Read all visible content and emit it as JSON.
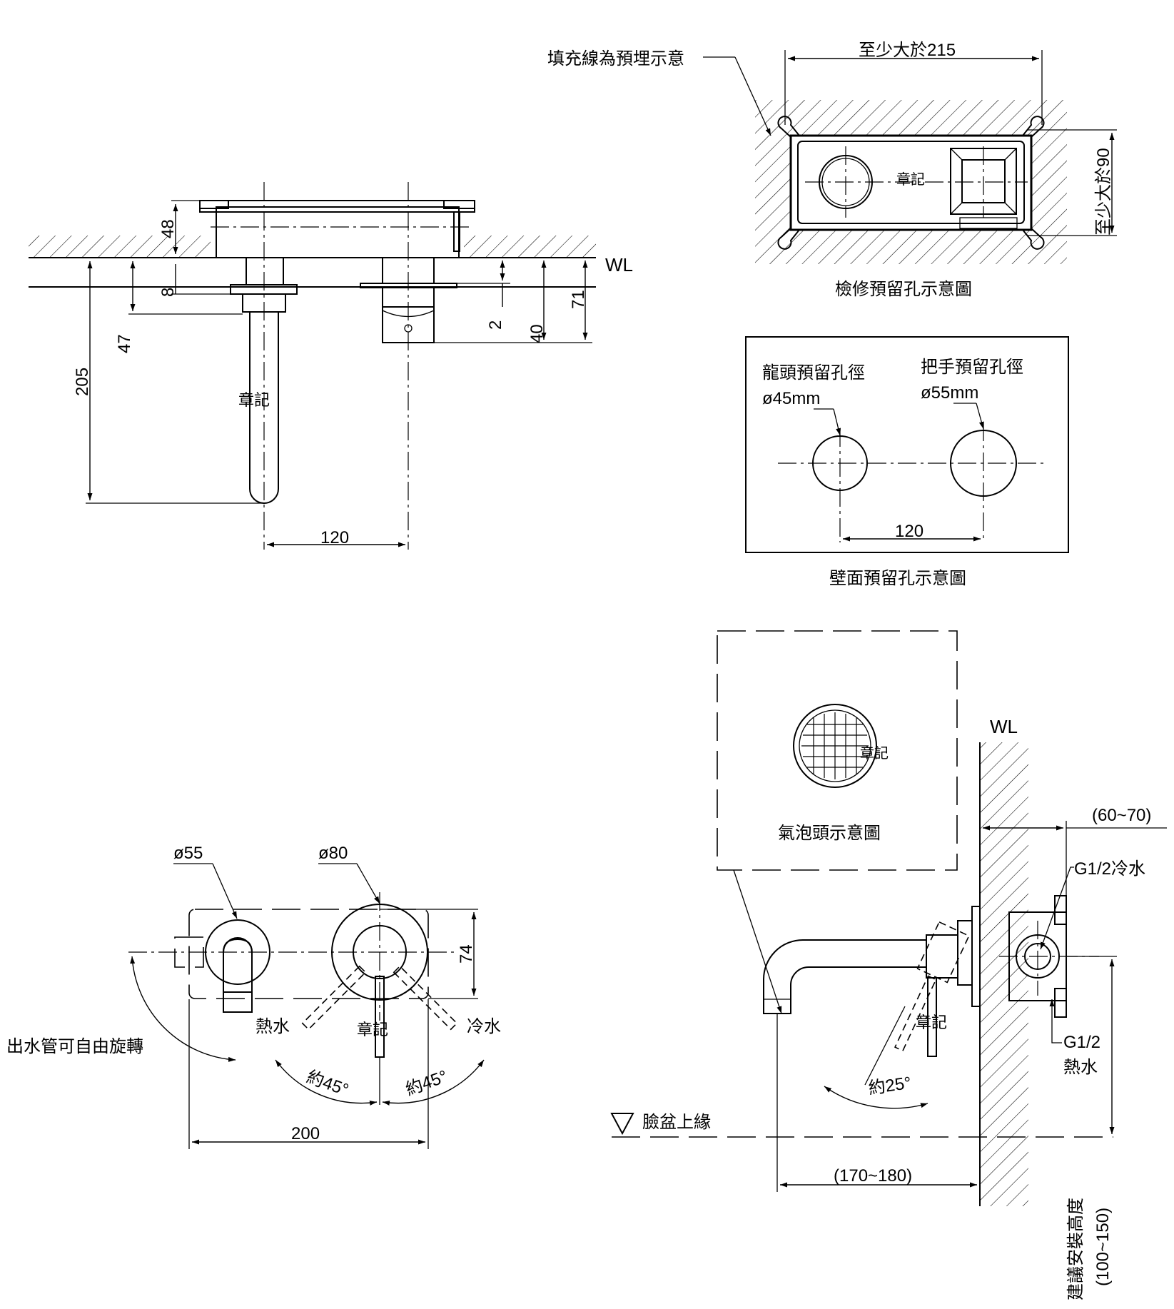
{
  "top_left_view": {
    "water_level": "WL",
    "dims": {
      "d48": "48",
      "d8": "8",
      "d47": "47",
      "d205": "205",
      "d120": "120",
      "d2": "2",
      "d40": "40",
      "d71": "71"
    },
    "brand_mark": "章記"
  },
  "access_hole": {
    "fill_note": "填充線為預埋示意",
    "width_note": "至少大於215",
    "height_note": "至少大於90",
    "brand_mark": "章記",
    "caption": "檢修預留孔示意圖"
  },
  "wall_holes": {
    "spout_label": "龍頭預留孔徑",
    "spout_size": "ø45mm",
    "handle_label": "把手預留孔徑",
    "handle_size": "ø55mm",
    "spacing": "120",
    "caption": "壁面預留孔示意圖"
  },
  "front_view": {
    "d55": "ø55",
    "d80": "ø80",
    "d74": "74",
    "d200": "200",
    "rotate_note": "出水管可自由旋轉",
    "hot": "熱水",
    "cold": "冷水",
    "brand_mark": "章記",
    "angle_left": "約45°",
    "angle_right": "約45°"
  },
  "aerator": {
    "caption": "氣泡頭示意圖",
    "brand_mark": "章記"
  },
  "side_view": {
    "water_level": "WL",
    "depth": "(60~70)",
    "cold_inlet": "G1/2冷水",
    "hot_inlet_size": "G1/2",
    "hot_inlet_label": "熱水",
    "brand_mark": "章記",
    "angle": "約25°",
    "basin_edge": "臉盆上緣",
    "reach": "(170~180)",
    "install_height_label": "建議安裝高度",
    "install_height_value": "(100~150)"
  }
}
